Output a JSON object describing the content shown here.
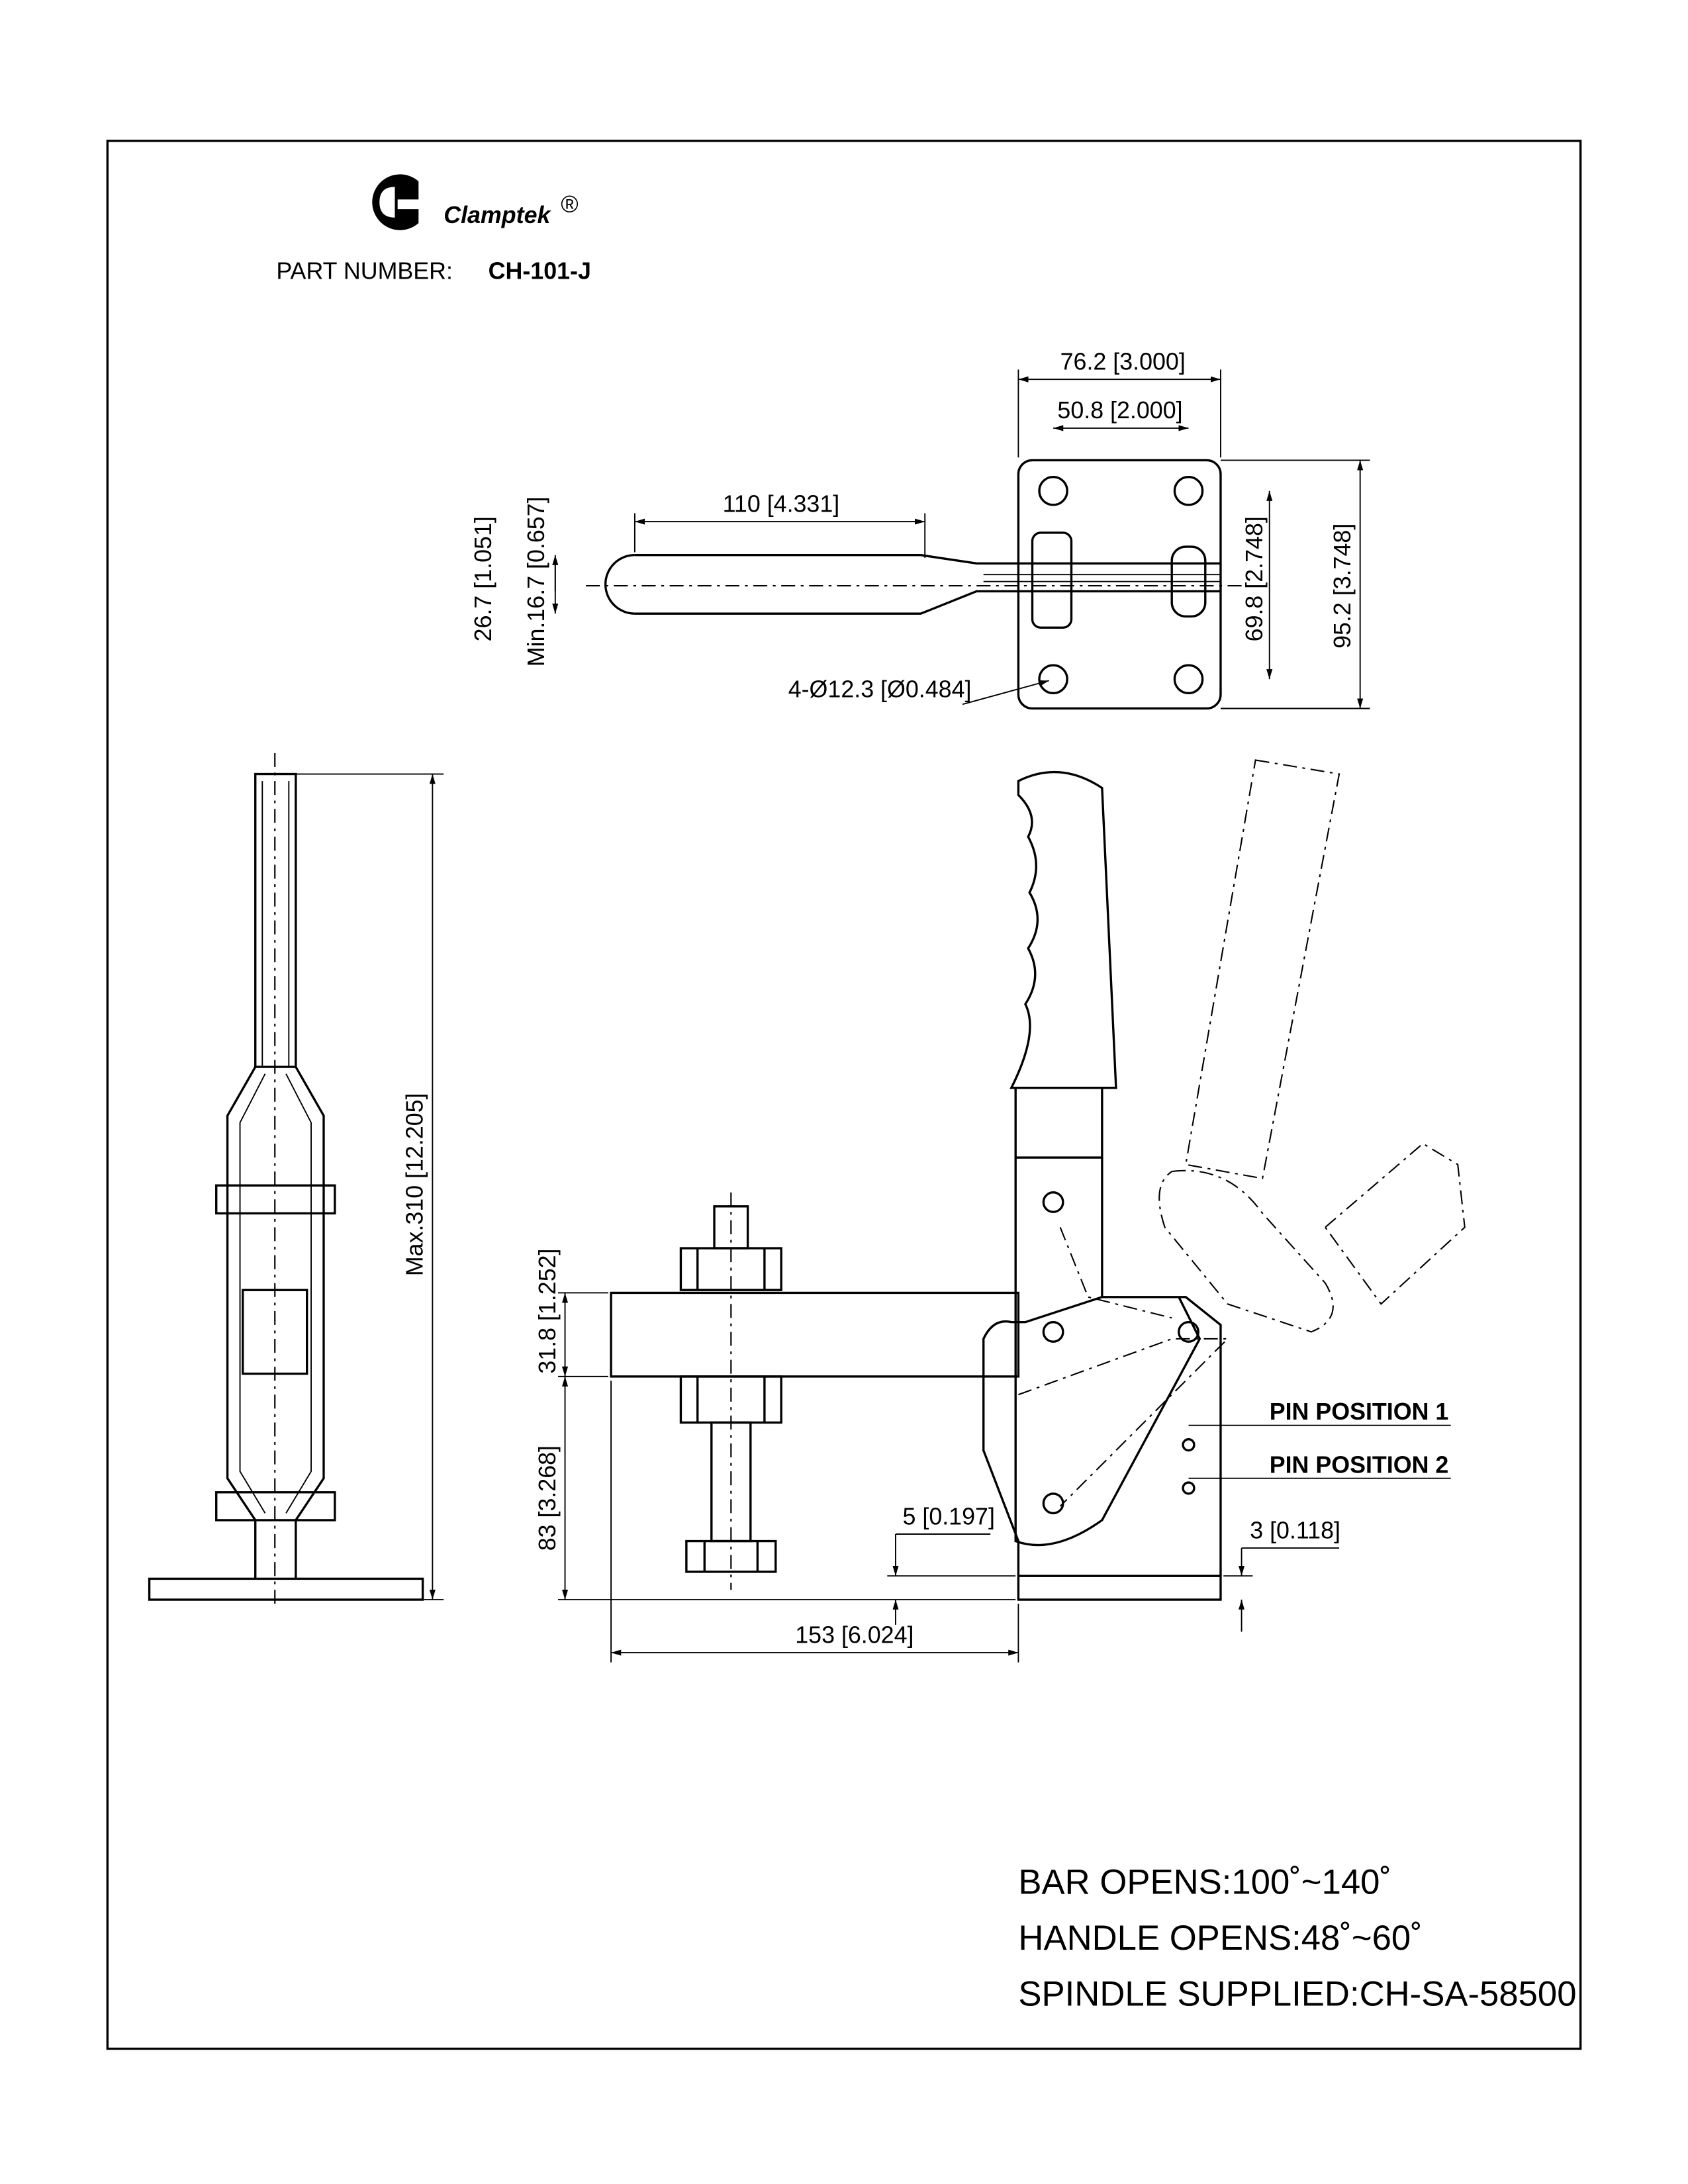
{
  "logo": {
    "mark": "G",
    "brand": "Clamptek",
    "registered": "®"
  },
  "part_number": {
    "label": "PART  NUMBER:",
    "value": "CH-101-J"
  },
  "top_view": {
    "dim_overall_width": "76.2 [3.000]",
    "dim_hole_spacing_x": "50.8 [2.000]",
    "dim_handle_length": "110 [4.331]",
    "dim_handle_width": "26.7 [1.051]",
    "dim_handle_min": "Min.16.7 [0.657]",
    "dim_hole_spacing_y": "69.8 [2.748]",
    "dim_overall_height": "95.2 [3.748]",
    "dim_holes": "4-Ø12.3 [Ø0.484]"
  },
  "side_view": {
    "dim_max_height": "Max.310 [12.205]"
  },
  "front_view": {
    "dim_arm_height": "31.8 [1.252]",
    "dim_arm_base_height": "83 [3.268]",
    "dim_offset_5": "5 [0.197]",
    "dim_plate_3": "3 [0.118]",
    "dim_length": "153 [6.024]",
    "pin_position_1": "PIN POSITION 1",
    "pin_position_2": "PIN POSITION 2"
  },
  "notes": [
    "BAR  OPENS:100˚~140˚",
    "HANDLE  OPENS:48˚~60˚",
    "SPINDLE  SUPPLIED:CH-SA-58500"
  ]
}
